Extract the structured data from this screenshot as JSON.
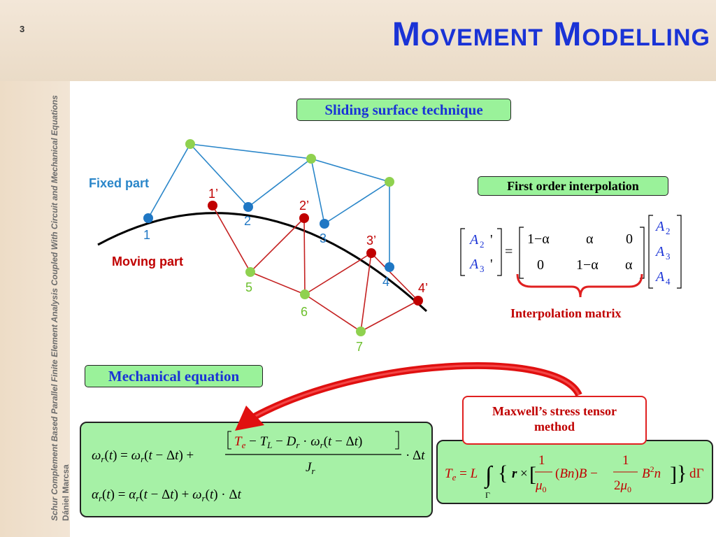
{
  "slide": {
    "page_number": "3",
    "title": "Movement Modelling",
    "side_title": "Schur Complement Based Parallel Finite Element Analysis Coupled With Circuit and Mechanical Equations",
    "author": "Dániel Marcsa"
  },
  "diagram": {
    "technique_label": "Sliding surface technique",
    "fixed_part_label": "Fixed part",
    "moving_part_label": "Moving part",
    "node_labels": [
      "1",
      "2",
      "3",
      "4",
      "1’",
      "2’",
      "3’",
      "4’",
      "5",
      "6",
      "7"
    ],
    "colors": {
      "fixed": "#1f77c4",
      "moving": "#c00000",
      "free_node": "#8fd14f"
    }
  },
  "interpolation": {
    "label": "First order interpolation",
    "matrix_label": "Interpolation matrix"
  },
  "mechanical": {
    "label": "Mechanical equation"
  },
  "maxwell": {
    "label_line1": "Maxwell’s stress tensor",
    "label_line2": "method"
  }
}
